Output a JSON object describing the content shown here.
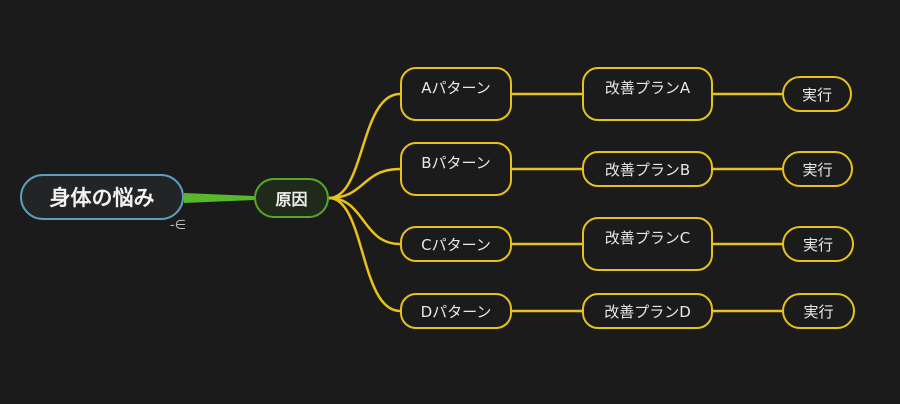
{
  "mindmap": {
    "root": "身体の悩み",
    "collapse_toggle": "-∈",
    "cause": "原因",
    "branches": [
      {
        "pattern": "Aパターン",
        "plan": "改善プランA",
        "action": "実行"
      },
      {
        "pattern": "Bパターン",
        "plan": "改善プランB",
        "action": "実行"
      },
      {
        "pattern": "Cパターン",
        "plan": "改善プランC",
        "action": "実行"
      },
      {
        "pattern": "Dパターン",
        "plan": "改善プランD",
        "action": "実行"
      }
    ]
  },
  "colors": {
    "background": "#1b1b1b",
    "root_border": "#5aa0bd",
    "cause_border": "#56a824",
    "root_to_cause_link": "#56b82a",
    "branch": "#e8c11c",
    "text": "#e8e8e8"
  }
}
